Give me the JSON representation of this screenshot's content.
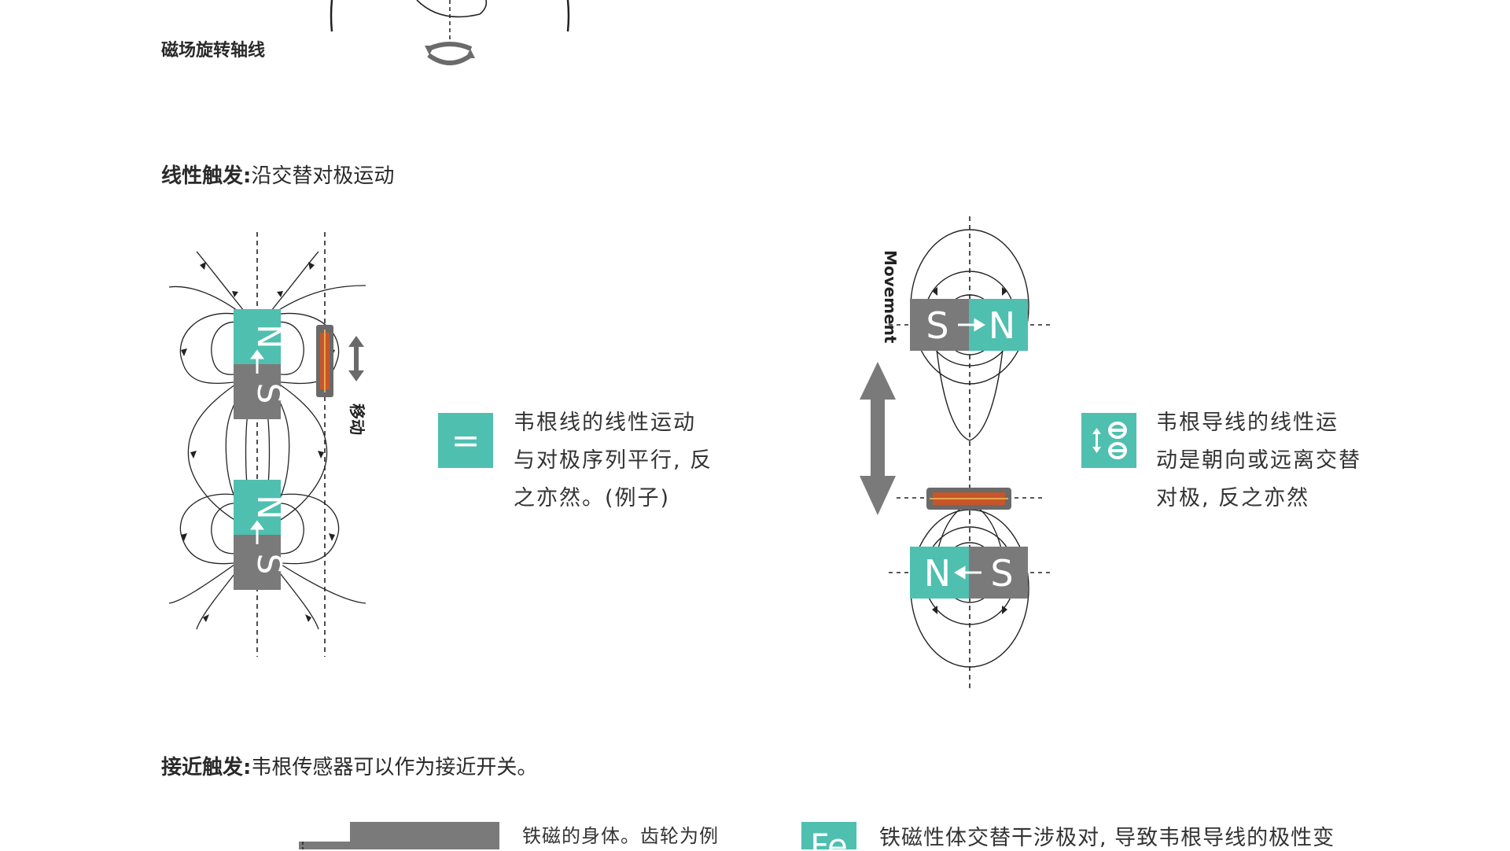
{
  "top": {
    "axis_label": "磁场旋转轴线"
  },
  "linear": {
    "heading_bold": "线性触发:",
    "heading_rest": "沿交替对极运动",
    "left_diagram": {
      "magnet_top_upper": "N",
      "magnet_top_lower": "S",
      "magnet_bottom_upper": "N",
      "magnet_bottom_lower": "S",
      "move_label": "移动"
    },
    "parallel_symbol": "=",
    "parallel_text": [
      "韦根线的线性运动",
      "与对极序列平行, 反",
      "之亦然。(例子)"
    ],
    "right_diagram": {
      "movement_label": "Movement",
      "top_magnet_left": "S",
      "top_magnet_right": "N",
      "bottom_magnet_left": "N",
      "bottom_magnet_right": "S"
    },
    "perpendicular_text": [
      "韦根导线的线性运",
      "动是朝向或远离交替",
      "对极, 反之亦然"
    ]
  },
  "proximity": {
    "heading_bold": "接近触发:",
    "heading_rest": "韦根传感器可以作为接近开关。",
    "gear_text": "铁磁的身体。齿轮为例",
    "fe_symbol": "Fe",
    "fe_text": "铁磁性体交替干涉极对, 导致韦根导线的极性变"
  },
  "colors": {
    "teal": "#4fbfb0",
    "gray": "#7a7a7a",
    "line": "#222222",
    "coil": "#c8562a"
  }
}
